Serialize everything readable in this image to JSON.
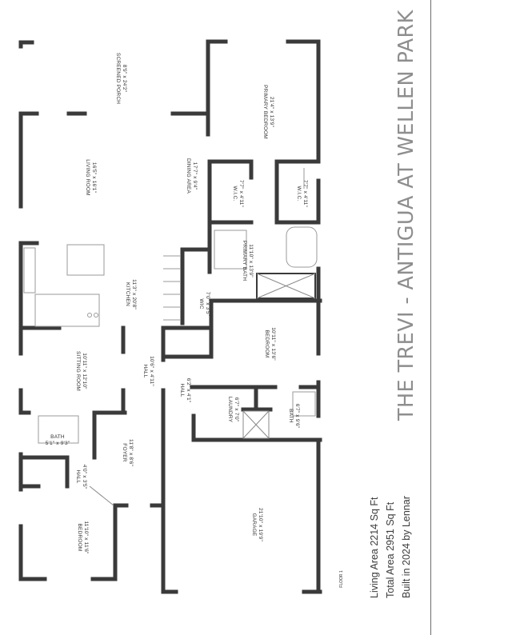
{
  "sheet": {
    "title": "THE TREVI - ANTIGUA AT WELLEN PARK",
    "floor_label": "FLOOR 1",
    "info_lines": [
      "Living Area  2214 Sq Ft",
      "Total Area  2951 Sq Ft",
      "Built in 2024 by Lennar"
    ]
  },
  "rooms": {
    "screened_porch": {
      "name": "SCREENED PORCH",
      "dims": "8'9\" x 24'2\""
    },
    "primary_bedroom": {
      "name": "PRIMARY BEDROOM",
      "dims": "21'4\" x 13'9\""
    },
    "living_room": {
      "name": "LIVING ROOM",
      "dims": "16'5\" x 16'1\""
    },
    "dining_area": {
      "name": "DINING AREA",
      "dims": "17'7\" x 9'4\""
    },
    "wic_1": {
      "name": "W.I.C.",
      "dims": "7'7\" x 4'11\""
    },
    "wic_2": {
      "name": "W.I.C.",
      "dims": "7'7\" x 4'11\""
    },
    "primary_bath": {
      "name": "PRIMARY BATH",
      "dims": "11'10\" x 13'9\""
    },
    "kitchen": {
      "name": "KITCHEN",
      "dims": "11'3\" x 20'8\""
    },
    "wic_3": {
      "name": "WIC",
      "dims": "7'0\" x 3'5\""
    },
    "bedroom_right": {
      "name": "BEDROOM",
      "dims": "10'11\" x 13'6\""
    },
    "hall_main": {
      "name": "HALL",
      "dims": "10'6\" x 4'11\""
    },
    "sitting_room": {
      "name": "SITTING ROOM",
      "dims": "10'11\" x 12'10\""
    },
    "hall_small": {
      "name": "HALL",
      "dims": "6'2\" x 4'1\""
    },
    "laundry": {
      "name": "LAUNDRY",
      "dims": "6'7\" x 7'0\""
    },
    "bath_right": {
      "name": "BATH",
      "dims": "6'7\" x 9'6\""
    },
    "bath_left": {
      "name": "BATH",
      "dims": "5'1\" x 9'3\""
    },
    "foyer": {
      "name": "FOYER",
      "dims": "11'8\" x 8'6\""
    },
    "hall_left": {
      "name": "HALL",
      "dims": "4'0\" x 3'5\""
    },
    "garage": {
      "name": "GARAGE",
      "dims": "21'10\" x 19'9\""
    },
    "bedroom_left": {
      "name": "BEDROOM",
      "dims": "11'10\" x 11'6\""
    }
  }
}
